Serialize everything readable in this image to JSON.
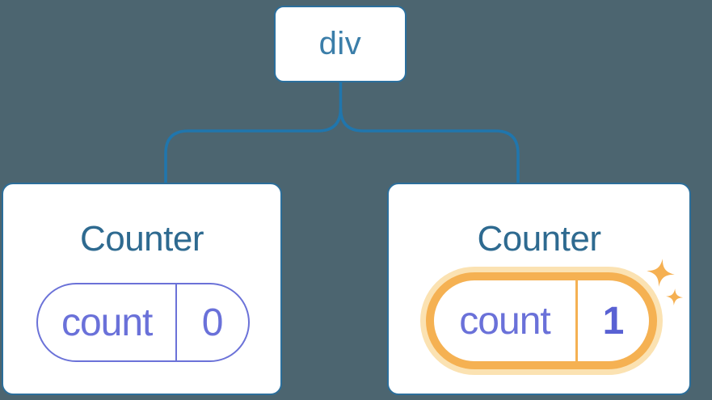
{
  "diagram": {
    "root": {
      "label": "div"
    },
    "children": [
      {
        "title": "Counter",
        "state": {
          "key": "count",
          "value": "0"
        },
        "highlighted": false
      },
      {
        "title": "Counter",
        "state": {
          "key": "count",
          "value": "1"
        },
        "highlighted": true
      }
    ],
    "icons": {
      "sparkle_large": "sparkle-icon",
      "sparkle_small": "sparkle-icon"
    },
    "colors": {
      "background": "#4C6570",
      "connector_blue": "#2076AD",
      "node_border_blue": "#2B6F9D",
      "card_border_blue": "#2C6E9A",
      "root_text_blue": "#3B7EA9",
      "title_blue": "#2E6A90",
      "state_purple": "#6A71D9",
      "state_value_bold_purple": "#5961D3",
      "highlight_orange": "#F5B152",
      "highlight_glow": "#FBE2B2",
      "sparkle_orange": "#F5B052",
      "card_background": "#FFFFFF"
    }
  }
}
